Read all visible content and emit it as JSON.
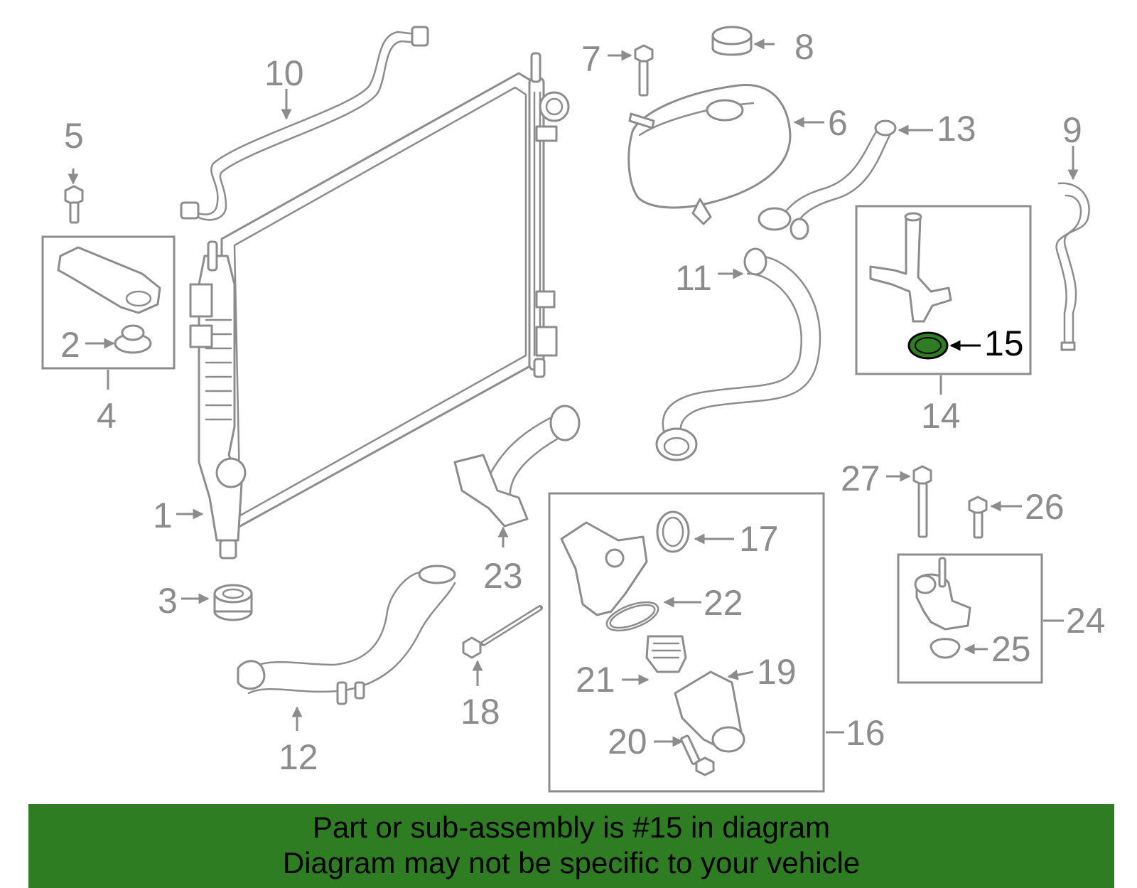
{
  "callouts": {
    "c1": "1",
    "c2": "2",
    "c3": "3",
    "c4": "4",
    "c5": "5",
    "c6": "6",
    "c7": "7",
    "c8": "8",
    "c9": "9",
    "c10": "10",
    "c11": "11",
    "c12": "12",
    "c13": "13",
    "c14": "14",
    "c15": "15",
    "c16": "16",
    "c17": "17",
    "c18": "18",
    "c19": "19",
    "c20": "20",
    "c21": "21",
    "c22": "22",
    "c23": "23",
    "c24": "24",
    "c25": "25",
    "c26": "26",
    "c27": "27"
  },
  "highlight": {
    "part": "15",
    "color": "#2e7d23"
  },
  "banner": {
    "line1": "Part or sub-assembly is #15 in diagram",
    "line2": "Diagram may not be specific to your vehicle",
    "background": "#2e7d23"
  }
}
